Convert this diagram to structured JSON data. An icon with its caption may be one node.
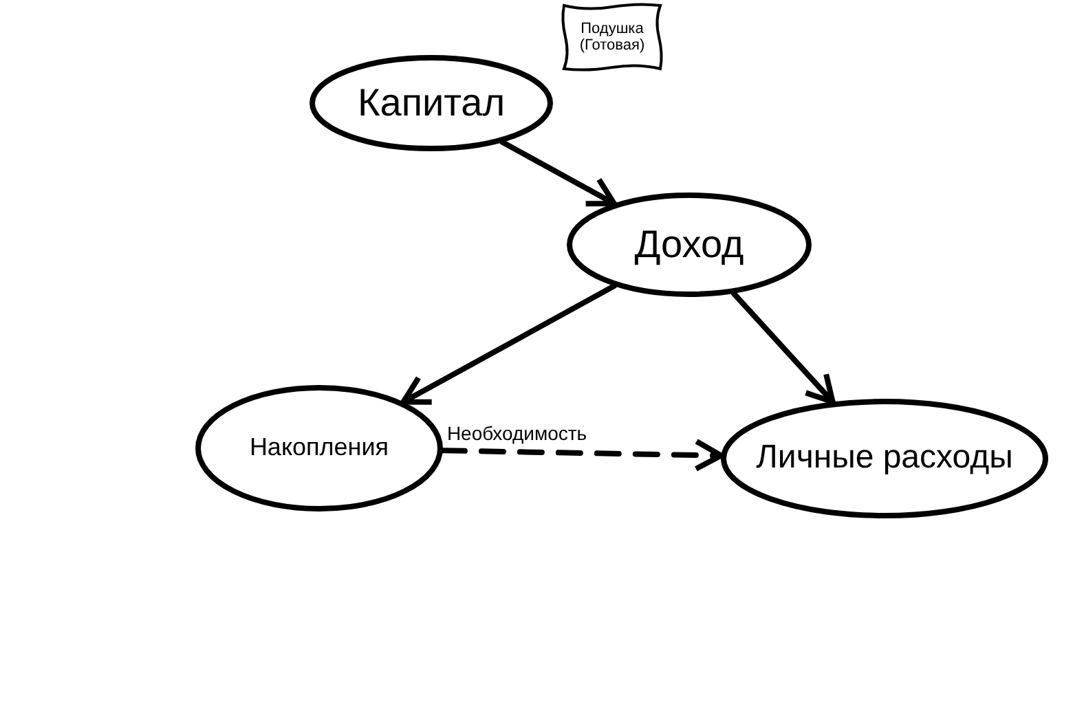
{
  "diagram": {
    "nodes": [
      {
        "text": [
          "Капитал"
        ]
      },
      {
        "text": [
          "Подушка (Готовая)"
        ]
      },
      {
        "text": [
          "Доход"
        ]
      },
      {
        "text": [
          "Накопления"
        ]
      },
      {
        "text": [
          "Личные расходы"
        ]
      }
    ],
    "edges": [
      {
        "from": 0,
        "to": 2,
        "arrow": "to"
      },
      {
        "from": 2,
        "to": 3,
        "arrow": "to"
      },
      {
        "from": 2,
        "to": 4,
        "arrow": "to"
      },
      {
        "from": 3,
        "to": 4,
        "arrow": "to",
        "style": "dashed",
        "label": "Необходимость"
      }
    ]
  }
}
